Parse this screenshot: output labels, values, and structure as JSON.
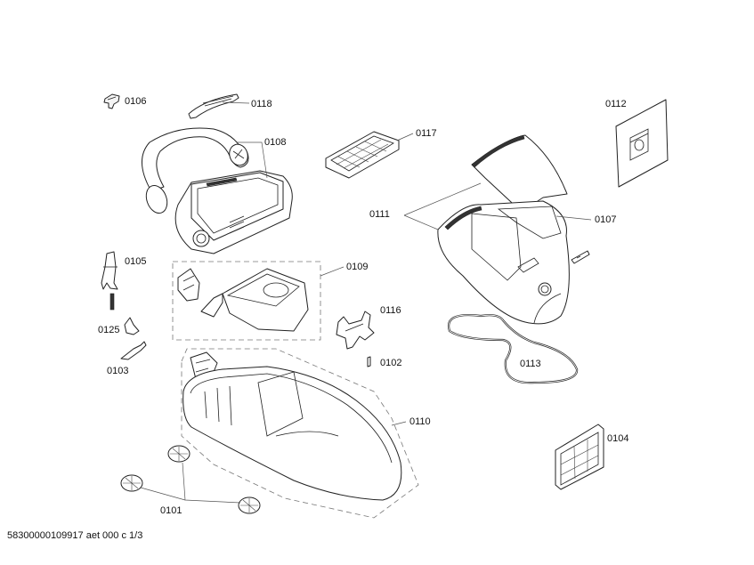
{
  "diagram": {
    "title": "Exploded parts view",
    "parts": [
      {
        "id": "0106",
        "label": "0106"
      },
      {
        "id": "0118",
        "label": "0118"
      },
      {
        "id": "0108",
        "label": "0108"
      },
      {
        "id": "0117",
        "label": "0117"
      },
      {
        "id": "0112",
        "label": "0112"
      },
      {
        "id": "0111",
        "label": "0111"
      },
      {
        "id": "0107",
        "label": "0107"
      },
      {
        "id": "0105",
        "label": "0105"
      },
      {
        "id": "0109",
        "label": "0109"
      },
      {
        "id": "0116",
        "label": "0116"
      },
      {
        "id": "0125",
        "label": "0125"
      },
      {
        "id": "0103",
        "label": "0103"
      },
      {
        "id": "0102",
        "label": "0102"
      },
      {
        "id": "0113",
        "label": "0113"
      },
      {
        "id": "0110",
        "label": "0110"
      },
      {
        "id": "0104",
        "label": "0104"
      },
      {
        "id": "0101",
        "label": "0101"
      }
    ]
  },
  "footer": {
    "document_code": "58300000109917 aet 000 c 1/3"
  }
}
